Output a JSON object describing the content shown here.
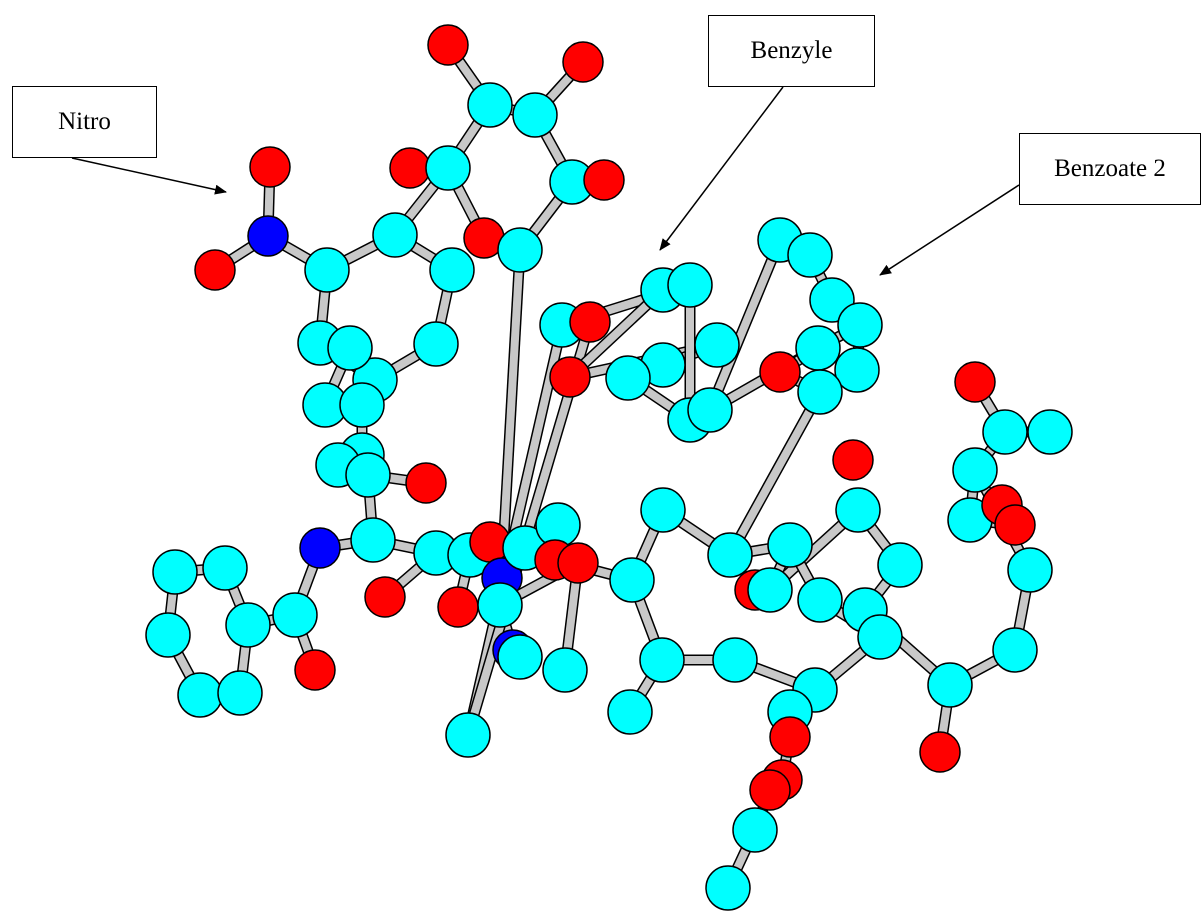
{
  "labels": {
    "nitro": "Nitro",
    "benzyle": "Benzyle",
    "benzoate": "Benzoate 2"
  },
  "colors": {
    "carbon": "#00ffff",
    "oxygen": "#ff0000",
    "nitrogen": "#0000ff",
    "bond": "#c8c8c8",
    "outline": "#000000"
  }
}
